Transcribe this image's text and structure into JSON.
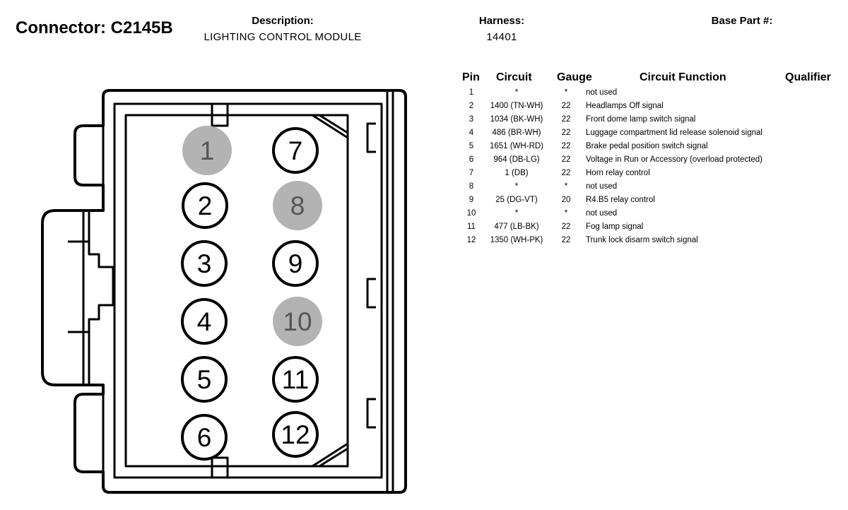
{
  "header": {
    "connector_title": "Connector: C2145B",
    "description_label": "Description:",
    "description_value": "LIGHTING CONTROL MODULE",
    "harness_label": "Harness:",
    "harness_value": "14401",
    "base_part_label": "Base Part #:"
  },
  "table": {
    "headers": {
      "pin": "Pin",
      "circuit": "Circuit",
      "gauge": "Gauge",
      "function": "Circuit Function",
      "qualifier": "Qualifier"
    },
    "rows": [
      {
        "pin": "1",
        "circuit": "*",
        "gauge": "*",
        "function": "not used"
      },
      {
        "pin": "2",
        "circuit": "1400 (TN-WH)",
        "gauge": "22",
        "function": "Headlamps Off signal"
      },
      {
        "pin": "3",
        "circuit": "1034 (BK-WH)",
        "gauge": "22",
        "function": "Front dome lamp switch signal"
      },
      {
        "pin": "4",
        "circuit": "486 (BR-WH)",
        "gauge": "22",
        "function": "Luggage compartment lid release solenoid signal"
      },
      {
        "pin": "5",
        "circuit": "1651 (WH-RD)",
        "gauge": "22",
        "function": "Brake pedal position switch signal"
      },
      {
        "pin": "6",
        "circuit": "964 (DB-LG)",
        "gauge": "22",
        "function": "Voltage in Run or Accessory (overload protected)"
      },
      {
        "pin": "7",
        "circuit": "1 (DB)",
        "gauge": "22",
        "function": "Horn relay control"
      },
      {
        "pin": "8",
        "circuit": "*",
        "gauge": "*",
        "function": "not used"
      },
      {
        "pin": "9",
        "circuit": "25 (DG-VT)",
        "gauge": "20",
        "function": "R4.B5 relay control"
      },
      {
        "pin": "10",
        "circuit": "*",
        "gauge": "*",
        "function": "not used"
      },
      {
        "pin": "11",
        "circuit": "477 (LB-BK)",
        "gauge": "22",
        "function": "Fog lamp signal"
      },
      {
        "pin": "12",
        "circuit": "1350 (WH-PK)",
        "gauge": "22",
        "function": "Trunk lock disarm switch signal"
      }
    ]
  },
  "connector": {
    "unused_pin_fill": "#b3b3b3",
    "pins": [
      {
        "label": "1",
        "used": false
      },
      {
        "label": "2",
        "used": true
      },
      {
        "label": "3",
        "used": true
      },
      {
        "label": "4",
        "used": true
      },
      {
        "label": "5",
        "used": true
      },
      {
        "label": "6",
        "used": true
      },
      {
        "label": "7",
        "used": true
      },
      {
        "label": "8",
        "used": false
      },
      {
        "label": "9",
        "used": true
      },
      {
        "label": "10",
        "used": false
      },
      {
        "label": "11",
        "used": true
      },
      {
        "label": "12",
        "used": true
      }
    ]
  }
}
